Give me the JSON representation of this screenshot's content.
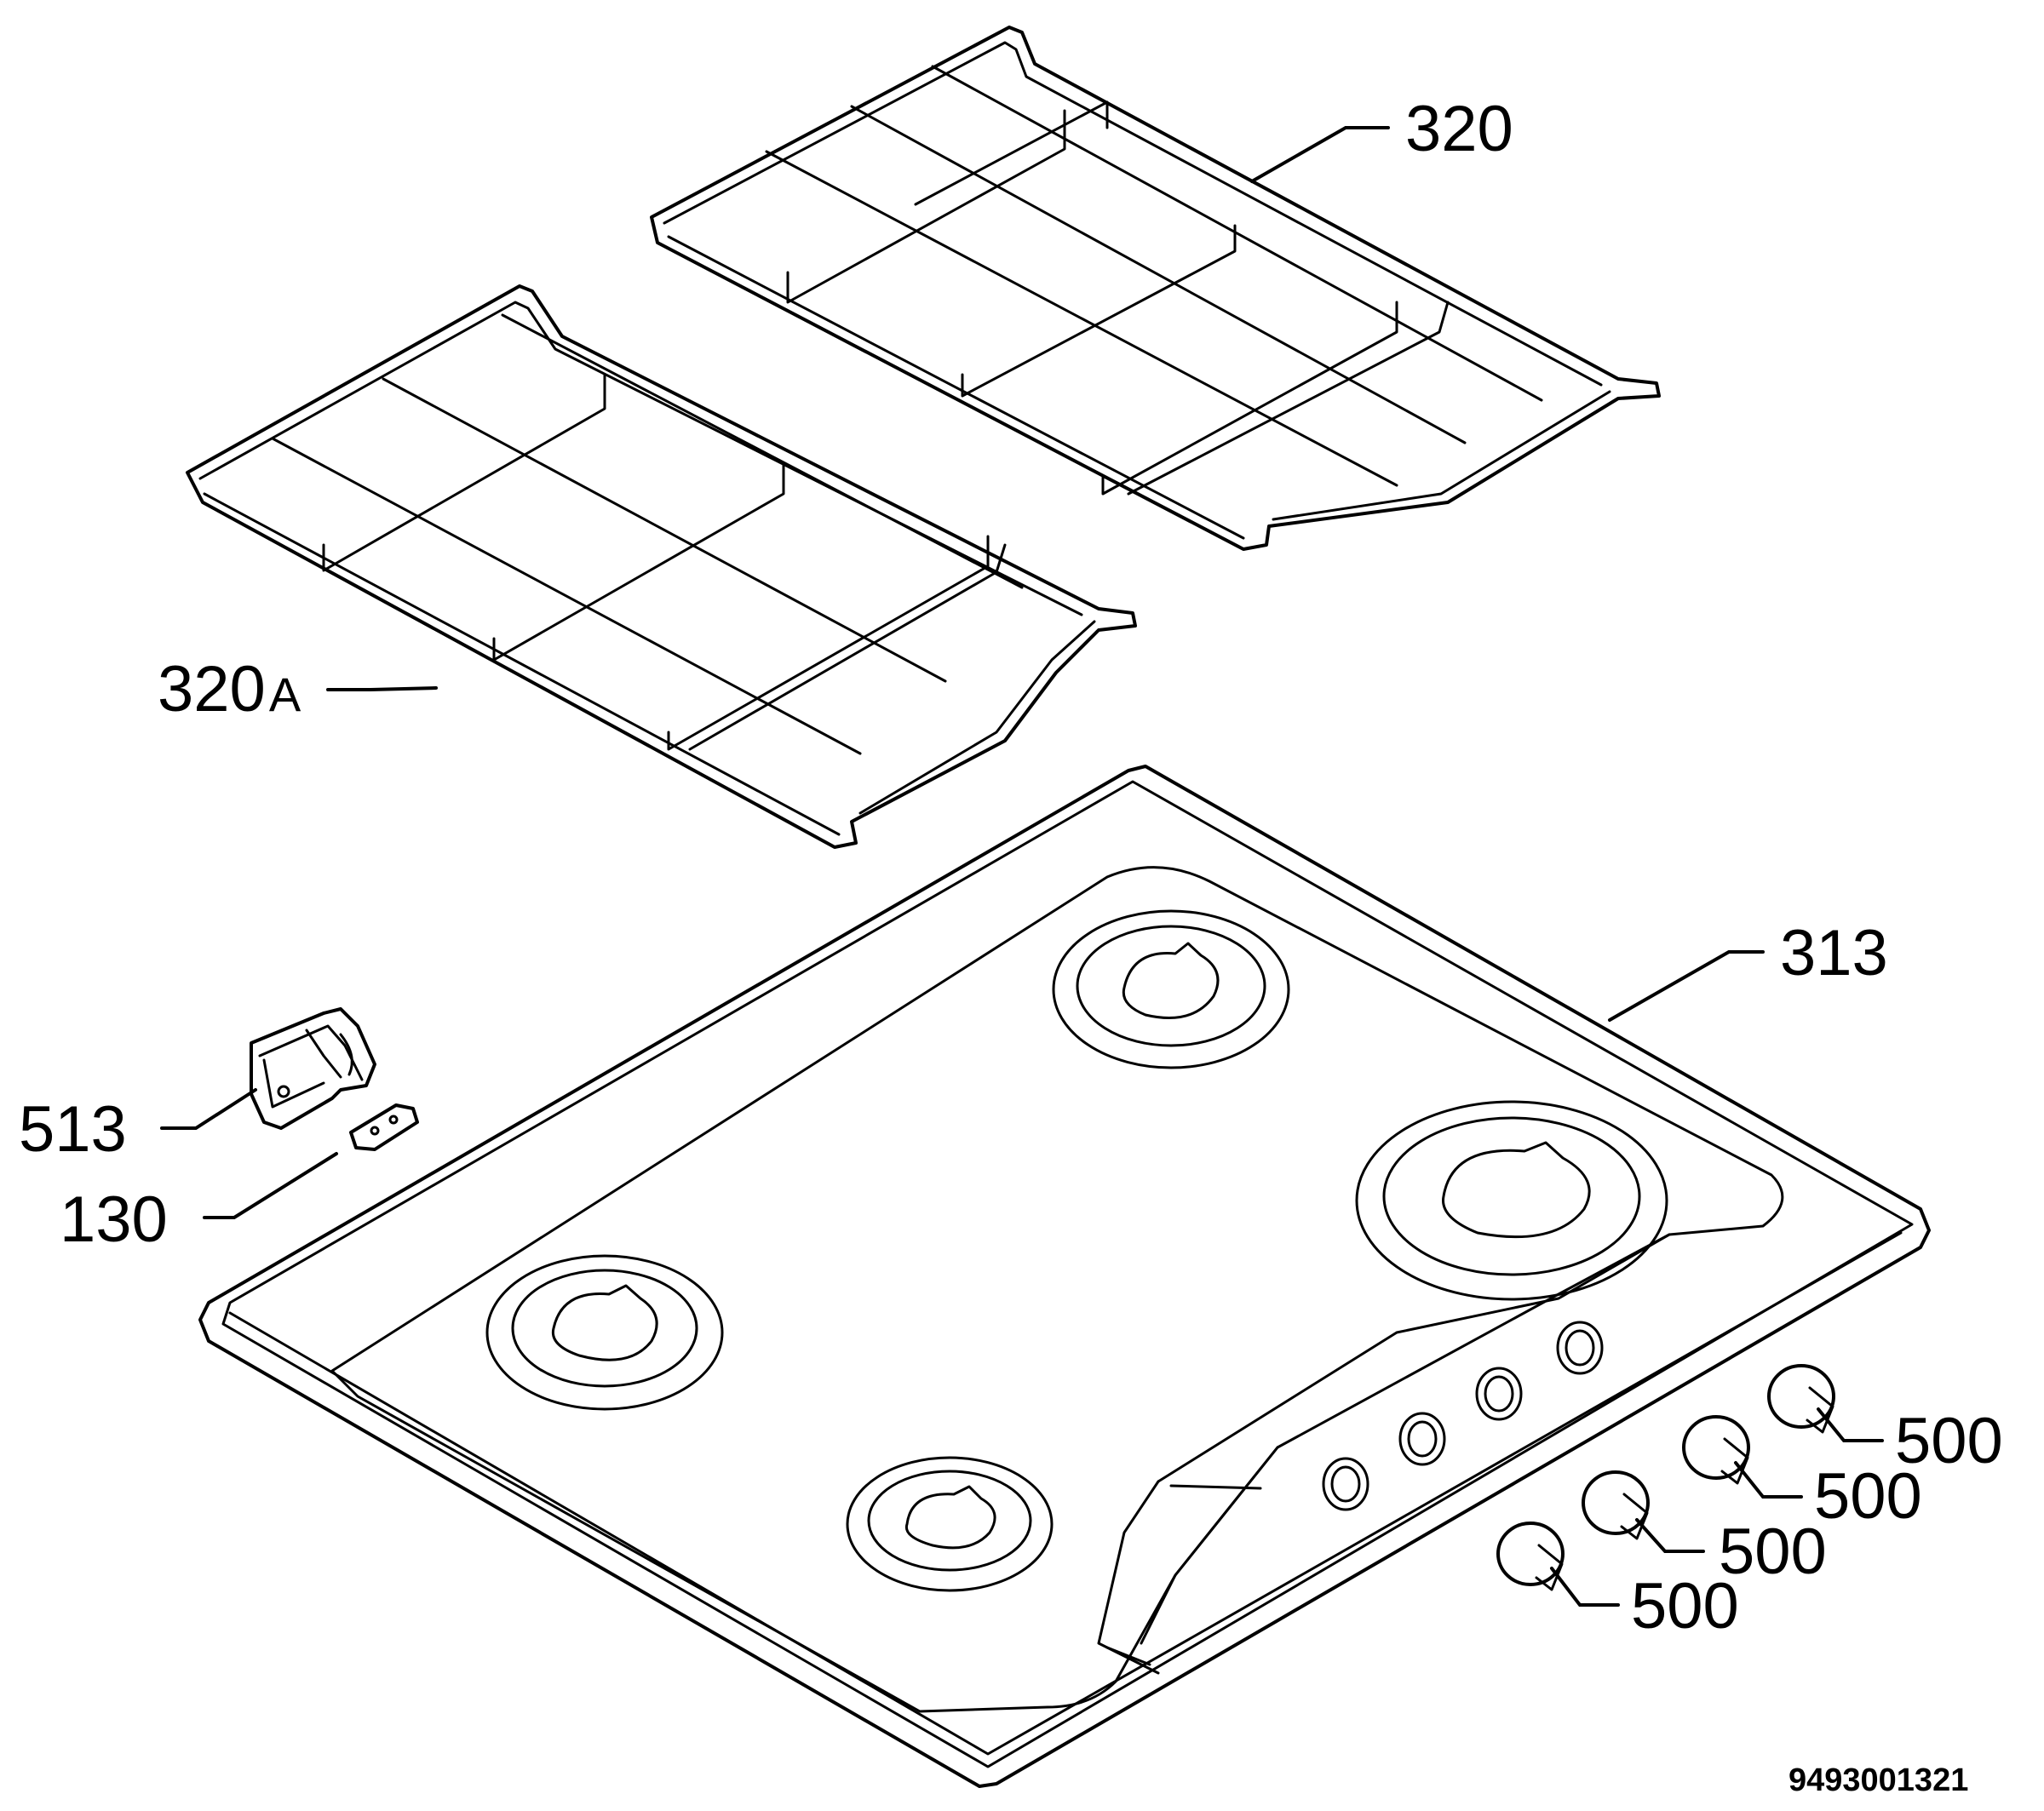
{
  "labels": {
    "grid_right": "320",
    "grid_left_num": "320",
    "grid_left_suffix": "A",
    "hob": "313",
    "bracket": "513",
    "clip": "130",
    "knob_1": "500",
    "knob_2": "500",
    "knob_3": "500",
    "knob_4": "500"
  },
  "drawing_number": "9493001321"
}
